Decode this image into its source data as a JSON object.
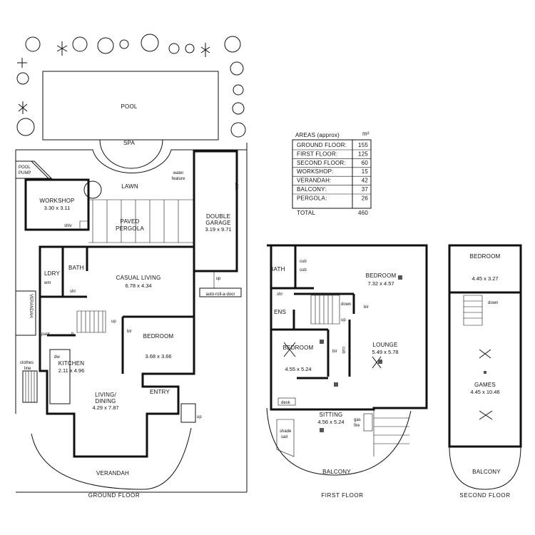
{
  "floors": {
    "ground": "GROUND FLOOR",
    "first": "FIRST FLOOR",
    "second": "SECOND FLOOR"
  },
  "ground_rooms": {
    "pool": "POOL",
    "spa": "SPA",
    "pool_pump_1": "POOL",
    "pool_pump_2": "PUMP",
    "lawn": "LAWN",
    "water_feature_1": "water",
    "water_feature_2": "feature",
    "workshop": "WORKSHOP",
    "workshop_dim": "3.30 x 3.11",
    "shlv": "shlv",
    "paved_1": "PAVED",
    "paved_2": "PERGOLA",
    "garage_1": "DOUBLE",
    "garage_2": "GARAGE",
    "garage_dim": "3.19 x 9.71",
    "garage_shlv": "shlv",
    "garage_up": "up",
    "roll_door": "auto-roll-a-door",
    "bath": "BATH",
    "shr": "shr",
    "ldry": "LDRY",
    "wm": "wm",
    "casual": "CASUAL LIVING",
    "casual_dim": "6.78 x 4.34",
    "stair_up": "up",
    "fr": "fr",
    "pant": "pant",
    "verandah_side": "VERANDAH",
    "bed": "BEDROOM",
    "bed_dim": "3.68 x 3.66",
    "bir": "bir",
    "dw": "dw",
    "kitchen": "KITCHEN",
    "kitchen_dim": "2.11 x 4.96",
    "clothes_1": "clothes",
    "clothes_2": "line",
    "living_1": "LIVING/",
    "living_2": "DINING",
    "living_dim": "4.29 x 7.87",
    "entry": "ENTRY",
    "entry_up": "up",
    "verandah": "VERANDAH"
  },
  "first_rooms": {
    "bath": "BATH",
    "cub1": "cub",
    "cub2": "cub",
    "shr": "shr",
    "ens": "ENS",
    "bed1": "BEDROOM",
    "bed1_dim": "7.32 x 4.57",
    "bir1": "bir",
    "down": "down",
    "up": "up",
    "bed2": "BEDROOM",
    "bed2_dim": "4.55 x 5.24",
    "bir2": "bir",
    "cub3": "cub",
    "lounge": "LOUNGE",
    "lounge_dim": "5.49 x 5.78",
    "desk": "desk",
    "sitting": "SITTING",
    "sitting_dim": "4.56 x 5.24",
    "gas_1": "gas",
    "gas_2": "fire",
    "shade_1": "shade",
    "shade_2": "sail",
    "balcony": "BALCONY"
  },
  "second_rooms": {
    "bed": "BEDROOM",
    "bed_dim": "4.45 x 3.27",
    "down": "down",
    "games": "GAMES",
    "games_dim": "4.45 x 10.46",
    "balcony": "BALCONY"
  },
  "areas": {
    "title": "AREAS (approx)",
    "unit": "m²",
    "rows": [
      {
        "label": "GROUND FLOOR:",
        "value": "155"
      },
      {
        "label": "FIRST FLOOR:",
        "value": "125"
      },
      {
        "label": "SECOND FLOOR:",
        "value": "60"
      },
      {
        "label": "WORKSHOP:",
        "value": "15"
      },
      {
        "label": "VERANDAH:",
        "value": "42"
      },
      {
        "label": "BALCONY:",
        "value": "37"
      },
      {
        "label": "PERGOLA:",
        "value": "26"
      }
    ],
    "total_label": "TOTAL",
    "total_value": "460"
  }
}
